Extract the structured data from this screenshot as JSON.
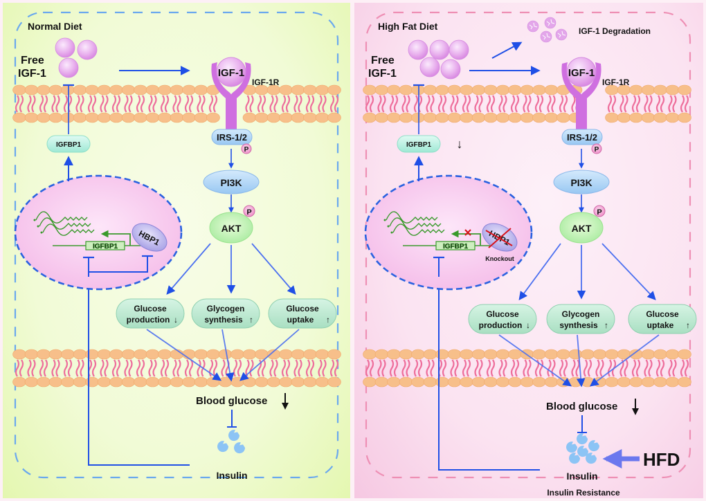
{
  "colors": {
    "normal_panel_bg": "#f1fbd6",
    "hfd_panel_bg": "#fbe3f1",
    "normal_border": "#6aa8ee",
    "hfd_border": "#ee8fb4",
    "arrow_blue": "#1f4fe6",
    "membrane_head": "#f7bf8a",
    "membrane_tail": "#ee6f9c",
    "receptor": "#cf6fe0",
    "igf1_sphere": "#e9b2ee",
    "nucleus_fill": "#f9c8f0",
    "nucleus_border": "#2a62e0",
    "gene_green": "#3a9a2c",
    "knockout_red": "#d8141c",
    "insulin_blue": "#8cc4f5",
    "outcome_box": "#bfe9d4",
    "hfd_label": "#3a0a0a",
    "insulin_resistance": "#c4121c"
  },
  "panels": [
    {
      "id": "normal",
      "title": "Normal Diet",
      "free_igf1_label": "Free\nIGF-1",
      "free_igf1_line1": "Free",
      "free_igf1_line2": "IGF-1",
      "receptor_ligand": "IGF-1",
      "receptor_label": "IGF-1R",
      "irs_label": "IRS-1/2",
      "phospho_label": "P",
      "pi3k_label": "PI3K",
      "akt_label": "AKT",
      "igfbp1_protein_label": "IGFBP1",
      "igfbp1_gene_label": "IGFBP1",
      "hbp1_label": "HBP1",
      "outcomes": [
        {
          "line1": "Glucose",
          "line2": "production",
          "trend": "↓"
        },
        {
          "line1": "Glycogen",
          "line2": "synthesis",
          "trend": "↑"
        },
        {
          "line1": "Glucose",
          "line2": "uptake",
          "trend": "↑"
        }
      ],
      "blood_glucose_label": "Blood glucose",
      "blood_glucose_trend": "↓",
      "insulin_label": "Insulin"
    },
    {
      "id": "hfd",
      "title": "High Fat Diet",
      "free_igf1_line1": "Free",
      "free_igf1_line2": "IGF-1",
      "degradation_label": "IGF-1 Degradation",
      "receptor_ligand": "IGF-1",
      "receptor_label": "IGF-1R",
      "irs_label": "IRS-1/2",
      "phospho_label": "P",
      "pi3k_label": "PI3K",
      "akt_label": "AKT",
      "igfbp1_protein_label": "IGFBP1",
      "igfbp1_trend": "↓",
      "igfbp1_gene_label": "IGFBP1",
      "hbp1_label": "HBP1",
      "knockout_label": "Knockout",
      "outcomes": [
        {
          "line1": "Glucose",
          "line2": "production",
          "trend": "↓"
        },
        {
          "line1": "Glycogen",
          "line2": "synthesis",
          "trend": "↑"
        },
        {
          "line1": "Glucose",
          "line2": "uptake",
          "trend": "↑"
        }
      ],
      "blood_glucose_label": "Blood glucose",
      "blood_glucose_trend": "↓",
      "insulin_label": "Insulin",
      "hfd_label": "HFD",
      "insulin_resistance_label": "Insulin Resistance"
    }
  ]
}
